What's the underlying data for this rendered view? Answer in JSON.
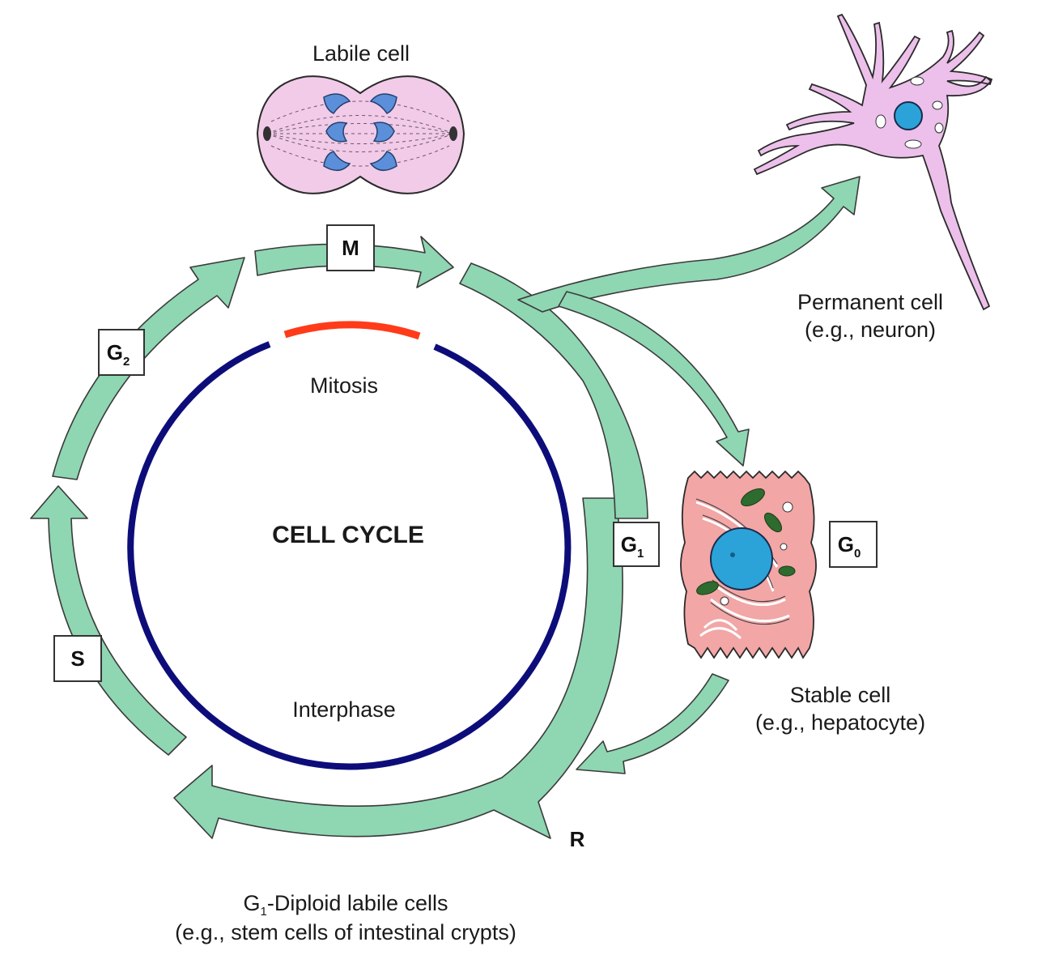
{
  "labile_cell": "Labile cell",
  "permanent_cell": {
    "line1": "Permanent cell",
    "line2": "(e.g., neuron)"
  },
  "stable_cell": {
    "line1": "Stable cell",
    "line2": "(e.g., hepatocyte)"
  },
  "g1_diploid": {
    "line1_sub": "1",
    "line1_main": "G",
    "line1_rest": "-Diploid labile cells",
    "line2": "(e.g., stem cells of intestinal crypts)"
  },
  "cell_cycle": "CELL CYCLE",
  "mitosis": "Mitosis",
  "interphase": "Interphase",
  "phases": {
    "M": {
      "main": "M",
      "sub": ""
    },
    "G2": {
      "main": "G",
      "sub": "2"
    },
    "S": {
      "main": "S",
      "sub": ""
    },
    "G1": {
      "main": "G",
      "sub": "1"
    },
    "G0": {
      "main": "G",
      "sub": "0"
    }
  },
  "restriction": "R",
  "colors": {
    "arrow": "#8fd6b3",
    "interphase_arc": "#0d0d7a",
    "mitosis_arc": "#ff3b1a",
    "labile_cell": "#f1cbe8",
    "chromosome": "#5b8fd9",
    "neuron": "#ecc0ea",
    "nucleus": "#2ba3d9",
    "hepatocyte": "#f2a6a6",
    "mitochondria": "#2e6b2e"
  }
}
